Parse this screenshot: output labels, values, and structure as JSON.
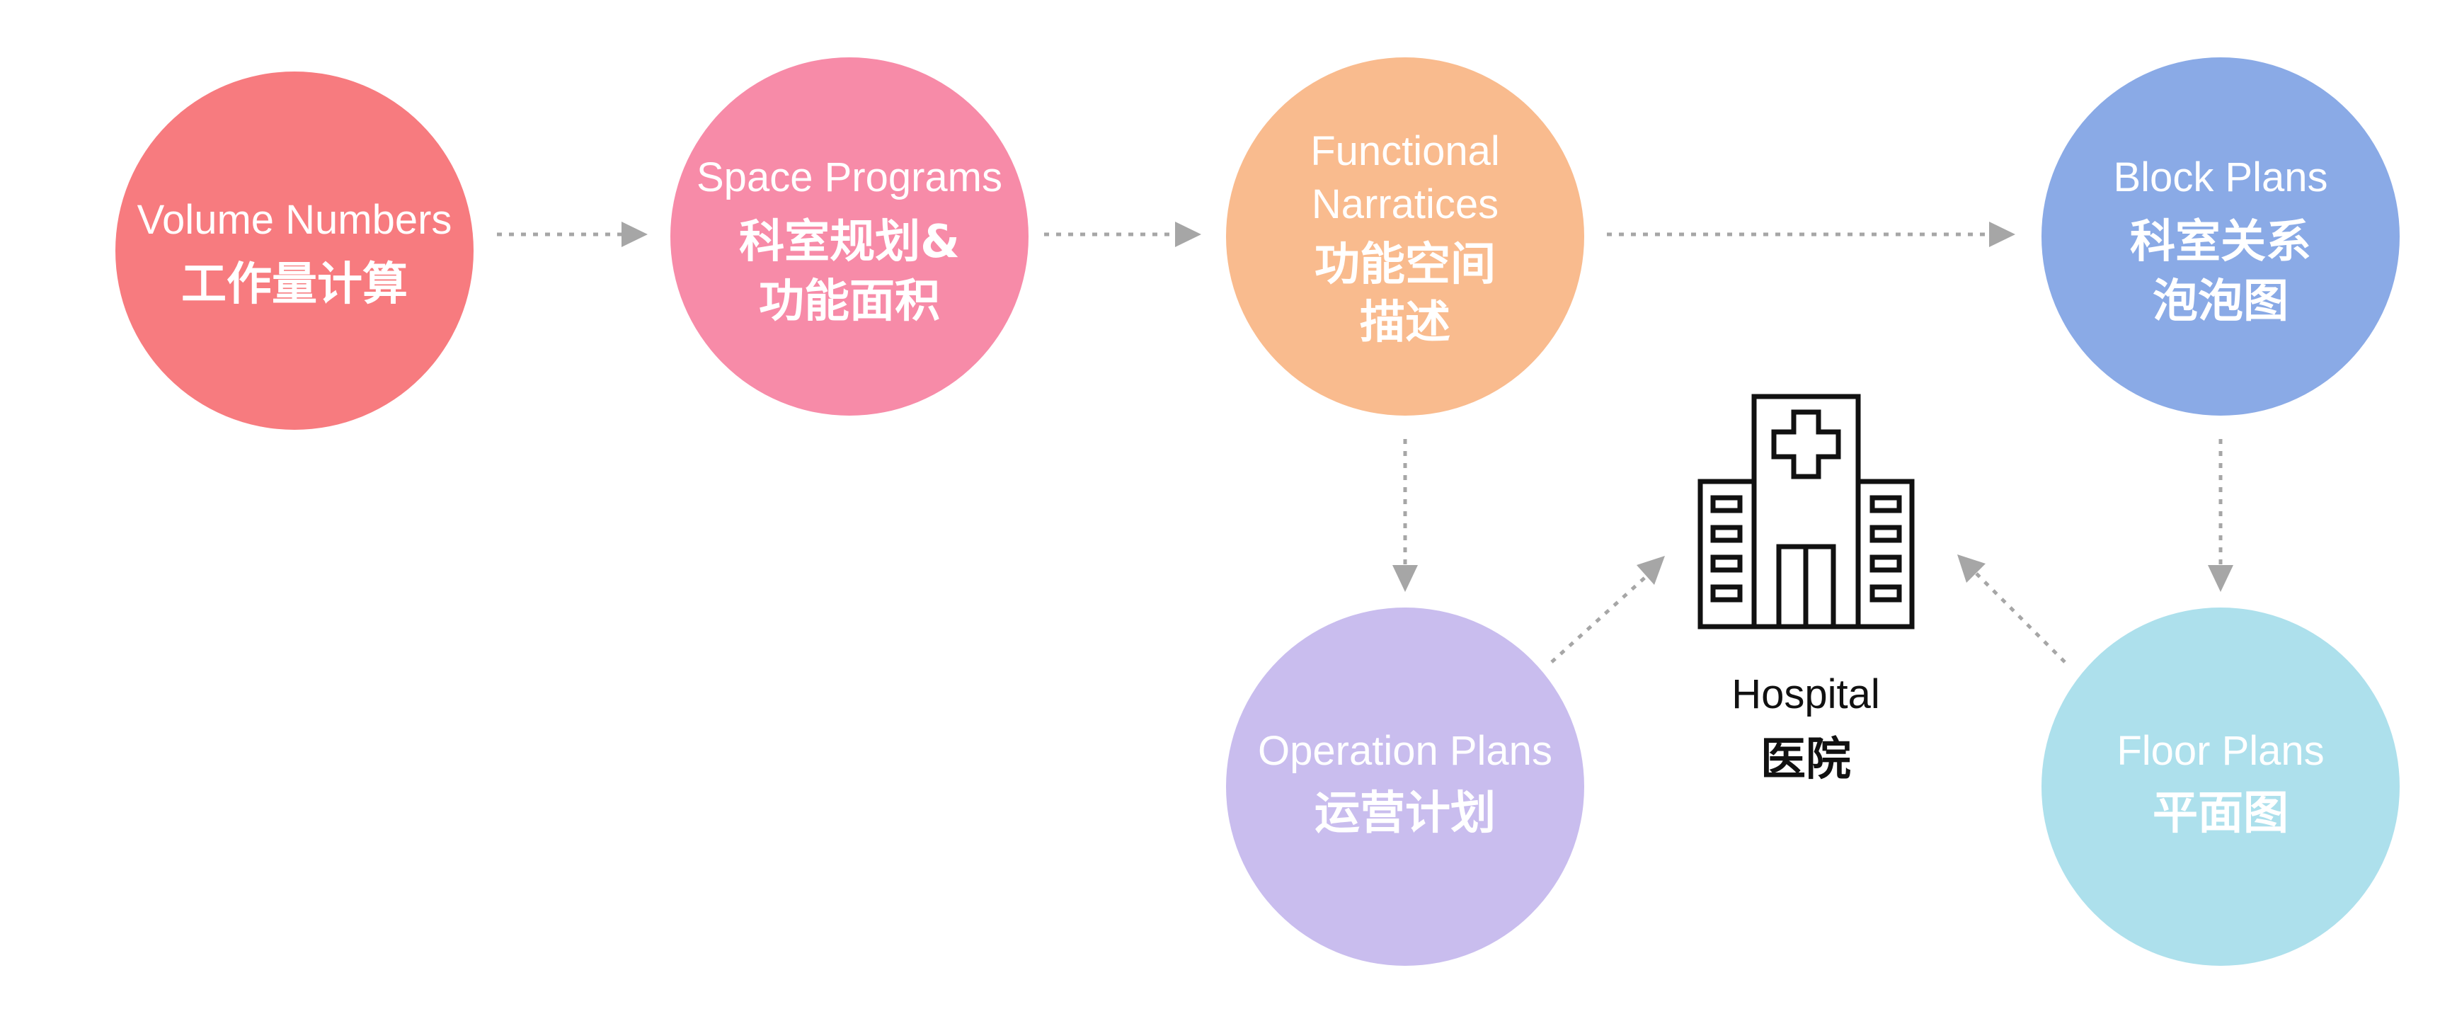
{
  "colors": {
    "volume": "#f77b7f",
    "space": "#f78ba8",
    "functional": "#f9bb8e",
    "block": "#8aaae6",
    "operation": "#c9bdee",
    "floor": "#ade0ec",
    "connector": "#a6a6a6",
    "icon": "#111111"
  },
  "nodes": {
    "volume": {
      "en": [
        "Volume Numbers"
      ],
      "zh": [
        "工作量计算"
      ]
    },
    "space": {
      "en": [
        "Space Programs"
      ],
      "zh": [
        "科室规划&",
        "功能面积"
      ]
    },
    "functional": {
      "en": [
        "Functional",
        "Narratices"
      ],
      "zh": [
        "功能空间",
        "描述"
      ]
    },
    "block": {
      "en": [
        "Block Plans"
      ],
      "zh": [
        "科室关系",
        "泡泡图"
      ]
    },
    "operation": {
      "en": [
        "Operation Plans"
      ],
      "zh": [
        "运营计划"
      ]
    },
    "floor": {
      "en": [
        "Floor Plans"
      ],
      "zh": [
        "平面图"
      ]
    }
  },
  "center": {
    "icon": "hospital-building-icon",
    "en": "Hospital",
    "zh": "医院"
  }
}
